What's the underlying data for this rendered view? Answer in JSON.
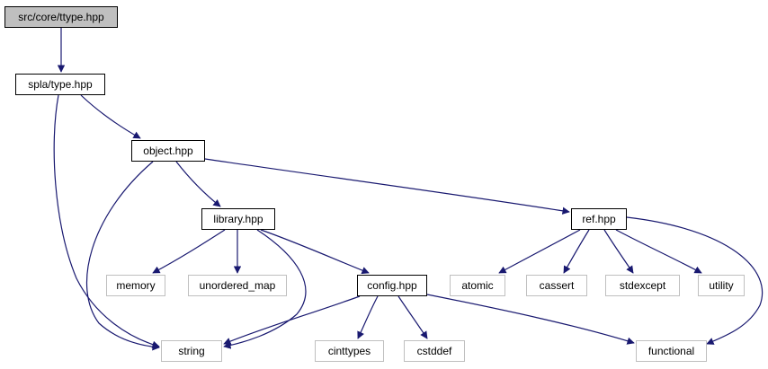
{
  "diagram": {
    "nodes": [
      {
        "id": "ttype",
        "label": "src/core/ttype.hpp",
        "kind": "root"
      },
      {
        "id": "type",
        "label": "spla/type.hpp",
        "kind": "doc"
      },
      {
        "id": "object",
        "label": "object.hpp",
        "kind": "doc"
      },
      {
        "id": "library",
        "label": "library.hpp",
        "kind": "doc"
      },
      {
        "id": "ref",
        "label": "ref.hpp",
        "kind": "doc"
      },
      {
        "id": "memory",
        "label": "memory",
        "kind": "ext"
      },
      {
        "id": "unordered_map",
        "label": "unordered_map",
        "kind": "ext"
      },
      {
        "id": "config",
        "label": "config.hpp",
        "kind": "doc"
      },
      {
        "id": "atomic",
        "label": "atomic",
        "kind": "ext"
      },
      {
        "id": "cassert",
        "label": "cassert",
        "kind": "ext"
      },
      {
        "id": "stdexcept",
        "label": "stdexcept",
        "kind": "ext"
      },
      {
        "id": "utility",
        "label": "utility",
        "kind": "ext"
      },
      {
        "id": "string",
        "label": "string",
        "kind": "ext"
      },
      {
        "id": "cinttypes",
        "label": "cinttypes",
        "kind": "ext"
      },
      {
        "id": "cstddef",
        "label": "cstddef",
        "kind": "ext"
      },
      {
        "id": "functional",
        "label": "functional",
        "kind": "ext"
      }
    ],
    "edges": [
      [
        "ttype",
        "type"
      ],
      [
        "type",
        "object"
      ],
      [
        "type",
        "string"
      ],
      [
        "object",
        "library"
      ],
      [
        "object",
        "ref"
      ],
      [
        "object",
        "string"
      ],
      [
        "library",
        "memory"
      ],
      [
        "library",
        "unordered_map"
      ],
      [
        "library",
        "config"
      ],
      [
        "library",
        "string"
      ],
      [
        "ref",
        "atomic"
      ],
      [
        "ref",
        "cassert"
      ],
      [
        "ref",
        "stdexcept"
      ],
      [
        "ref",
        "utility"
      ],
      [
        "ref",
        "functional"
      ],
      [
        "config",
        "string"
      ],
      [
        "config",
        "cinttypes"
      ],
      [
        "config",
        "cstddef"
      ],
      [
        "config",
        "functional"
      ]
    ],
    "colors": {
      "edge": "#191970",
      "root_fill": "#bfbfbf",
      "doc_border": "#000000",
      "ext_border": "#bfbfbf"
    }
  }
}
